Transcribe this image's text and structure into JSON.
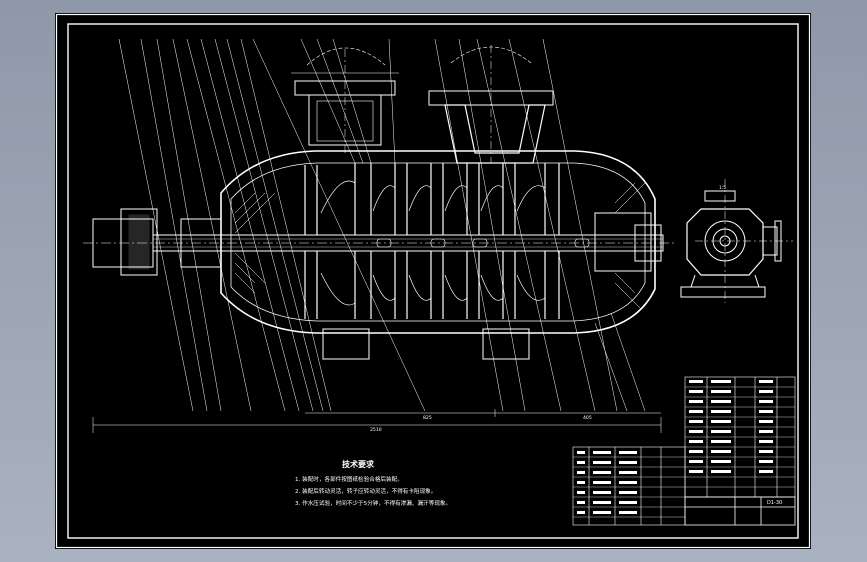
{
  "drawing": {
    "technical_notes": {
      "title": "技术要求",
      "items": [
        "1. 装配时，各部件按图纸检验合格后装配。",
        "2. 装配后转动灵活，转子应转动灵活，不得有卡阻现象。",
        "3. 作水压试验，时间不少于5分钟，不得有渗漏、漏汗等现象。"
      ]
    },
    "dimensions": {
      "overall_length": "2510",
      "segment_left": "825",
      "segment_right": "405"
    },
    "side_view": {
      "top_label": "1:5"
    },
    "title_block": {
      "drawing_no": "D1-30"
    },
    "colors": {
      "background": "#000000",
      "line": "#ffffff",
      "viewport": "#9aa3b3"
    }
  }
}
